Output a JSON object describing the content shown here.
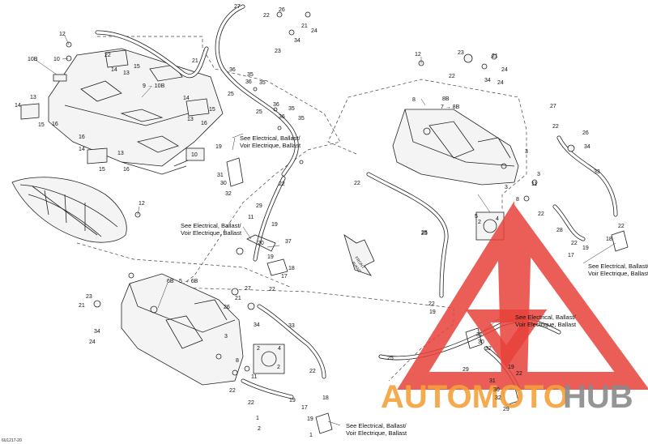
{
  "reference_code": "6U1217-20",
  "callouts": {
    "top_left_panel": [
      "12",
      "10",
      "10B",
      "9 → 10B",
      "22",
      "14",
      "13",
      "15",
      "13",
      "14",
      "15",
      "16",
      "16",
      "14",
      "13",
      "15",
      "16",
      "10",
      "13",
      "14",
      "15",
      "16"
    ],
    "top_center": [
      "27",
      "22",
      "26",
      "21",
      "24",
      "34",
      "23",
      "21",
      "36",
      "35",
      "36",
      "35",
      "25",
      "25",
      "36",
      "35",
      "36",
      "35",
      "19",
      "31",
      "30",
      "32",
      "22",
      "29",
      "11",
      "19",
      "20",
      "37",
      "19",
      "18",
      "17"
    ],
    "top_right": [
      "12",
      "23",
      "21",
      "24",
      "34",
      "24",
      "22",
      "8",
      "8B",
      "7 → 8B",
      "3",
      "3",
      "3",
      "22",
      "11",
      "8",
      "22",
      "5",
      "2",
      "4",
      "25",
      "27",
      "22",
      "26",
      "34",
      "33",
      "28",
      "22",
      "19",
      "18",
      "17",
      "22",
      "22",
      "19"
    ],
    "bottom_left": [
      "12",
      "6B",
      "5 → 6B",
      "23",
      "21",
      "34",
      "24",
      "27",
      "26",
      "21",
      "22",
      "34",
      "33",
      "3",
      "2",
      "4",
      "2",
      "8",
      "11",
      "22",
      "22",
      "22",
      "19",
      "18",
      "17",
      "19",
      "1",
      "1",
      "2"
    ],
    "bottom_right": [
      "31",
      "30",
      "32",
      "29",
      "19",
      "22",
      "31",
      "30",
      "32",
      "29",
      "25"
    ]
  },
  "notes": {
    "electrical_1": [
      "See Electrical, Ballast/",
      "Voir Electrique, Ballast"
    ],
    "electrical_2": [
      "See Electrical, Ballast/",
      "Voir Electrique, Ballast"
    ],
    "electrical_3": [
      "See Electrical, Ballast/",
      "Voir Electrique, Ballast"
    ],
    "electrical_4": [
      "See Electrical, Ballast/",
      "Voir Electrique, Ballast"
    ],
    "electrical_5": [
      "See Electrical, Ballast/",
      "Voir Electrique, Ballast"
    ]
  },
  "arrow_label": [
    "FRONT",
    "AVANT"
  ],
  "watermark": {
    "text_part1": "AUTOMOTO",
    "text_part2": "HUB",
    "color_red": "#e8413a",
    "color_orange": "#f4a13a",
    "color_gray": "#8a8a8a"
  }
}
